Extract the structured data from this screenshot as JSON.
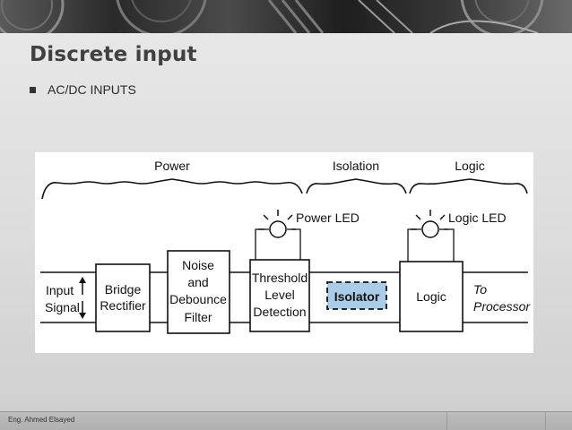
{
  "slide": {
    "title": "Discrete input",
    "bullet": "AC/DC INPUTS",
    "footer": "Eng. Ahmed Elsayed"
  },
  "diagram": {
    "sections": {
      "power": "Power",
      "isolation": "Isolation",
      "logic": "Logic"
    },
    "leds": {
      "power_led": "Power LED",
      "logic_led": "Logic LED"
    },
    "input": {
      "line1": "Input",
      "line2": "Signal"
    },
    "blocks": {
      "bridge": {
        "line1": "Bridge",
        "line2": "Rectifier"
      },
      "filter": {
        "line1": "Noise",
        "line2": "and",
        "line3": "Debounce",
        "line4": "Filter"
      },
      "threshold": {
        "line1": "Threshold",
        "line2": "Level",
        "line3": "Detection"
      },
      "isolator": "Isolator",
      "logic": "Logic"
    },
    "output": {
      "line1": "To",
      "line2": "Processor"
    },
    "colors": {
      "isolator_fill": "#a9cde8"
    }
  }
}
